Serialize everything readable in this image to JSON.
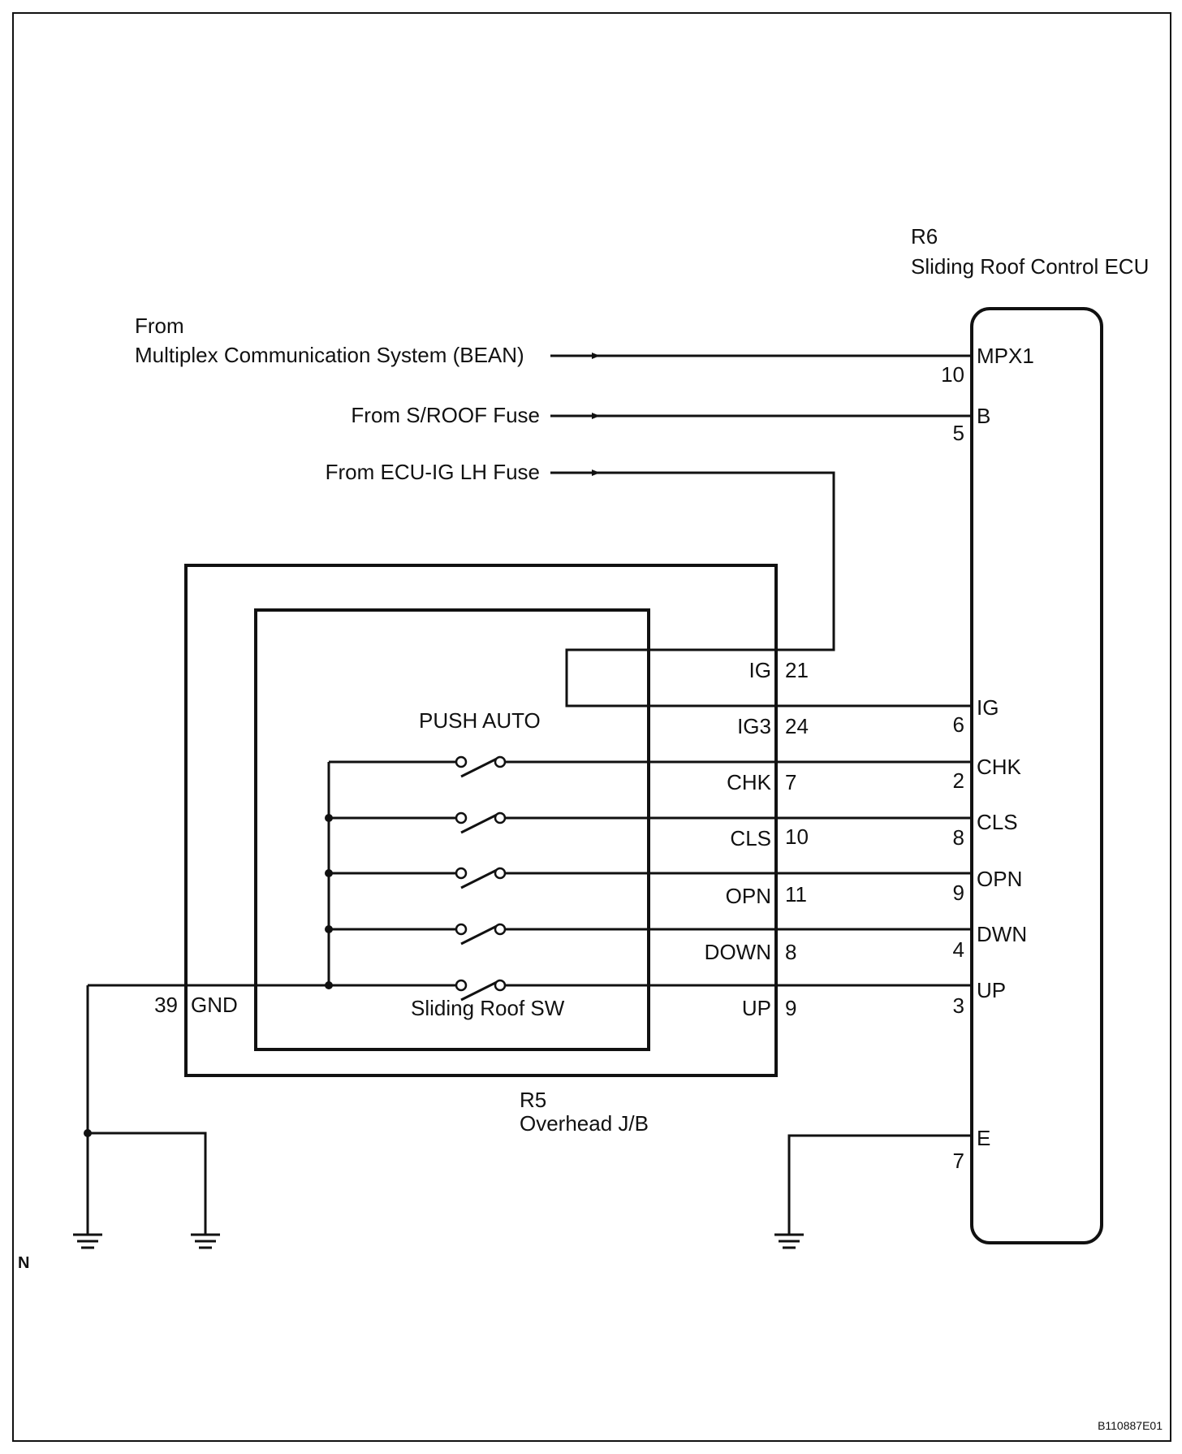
{
  "ecu": {
    "ref": "R6",
    "name": "Sliding Roof Control ECU"
  },
  "junction_block": {
    "ref": "R5",
    "name": "Overhead J/B"
  },
  "switch": {
    "name": "Sliding Roof SW",
    "mode_label": "PUSH AUTO"
  },
  "sources": {
    "bean_line1": "From",
    "bean_line2": "Multiplex Communication System (BEAN)",
    "sroof": "From S/ROOF Fuse",
    "ecuig": "From ECU-IG LH Fuse"
  },
  "ecu_pins": [
    {
      "label": "MPX1",
      "number": "10"
    },
    {
      "label": "B",
      "number": "5"
    },
    {
      "label": "IG",
      "number": "6"
    },
    {
      "label": "CHK",
      "number": "2"
    },
    {
      "label": "CLS",
      "number": "8"
    },
    {
      "label": "OPN",
      "number": "9"
    },
    {
      "label": "DWN",
      "number": "4"
    },
    {
      "label": "UP",
      "number": "3"
    },
    {
      "label": "E",
      "number": "7"
    }
  ],
  "jb_pins": [
    {
      "label": "IG",
      "number": "21"
    },
    {
      "label": "IG3",
      "number": "24"
    },
    {
      "label": "CHK",
      "number": "7"
    },
    {
      "label": "CLS",
      "number": "10"
    },
    {
      "label": "OPN",
      "number": "11"
    },
    {
      "label": "DOWN",
      "number": "8"
    },
    {
      "label": "UP",
      "number": "9"
    }
  ],
  "ground_pin": {
    "number": "39",
    "label": "GND"
  },
  "marker_n": "N",
  "figure_code": "B110887E01"
}
